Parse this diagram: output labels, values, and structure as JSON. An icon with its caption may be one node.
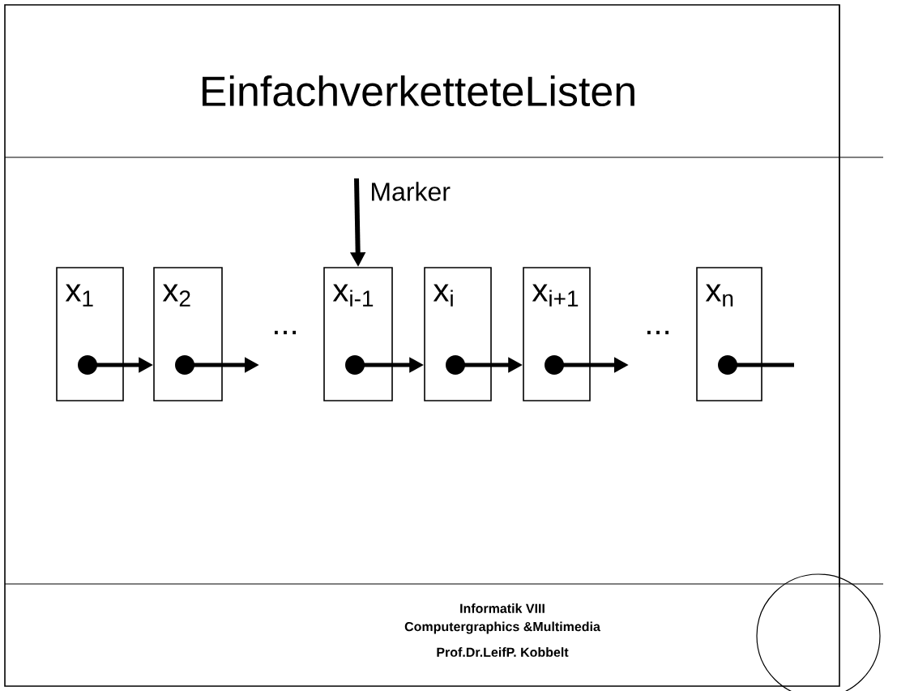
{
  "diagram": {
    "title": "EinfachverketteteListen",
    "nodes": [
      {
        "text": [
          "x$_{1}$"
        ]
      },
      {
        "text": [
          "x$_{2}$"
        ]
      },
      {
        "text": [
          "x$_{i-1}$"
        ]
      },
      {
        "text": [
          "x$_{i}$"
        ]
      },
      {
        "text": [
          "x$_{i+1}$"
        ]
      },
      {
        "text": [
          "x$_{n}$"
        ]
      },
      {
        "text": [
          "Marker"
        ]
      },
      {
        "text": [],
        "shape": "circle"
      }
    ],
    "edges": [
      {
        "from": 0,
        "to": 1,
        "arrow": "to"
      },
      {
        "from": 1,
        "to": null,
        "arrow": "to"
      },
      {
        "from": 2,
        "to": 3,
        "arrow": "to"
      },
      {
        "from": 3,
        "to": 4,
        "arrow": "to"
      },
      {
        "from": 4,
        "to": null,
        "arrow": "to"
      },
      {
        "from": 5,
        "to": null,
        "arrow": "other"
      },
      {
        "from": 6,
        "to": 2,
        "arrow": "to"
      }
    ],
    "labels": [
      "...",
      "...",
      "Informatik VIII",
      "Computergraphics &Multimedia",
      "Prof.Dr.LeifP.    Kobbelt"
    ]
  }
}
